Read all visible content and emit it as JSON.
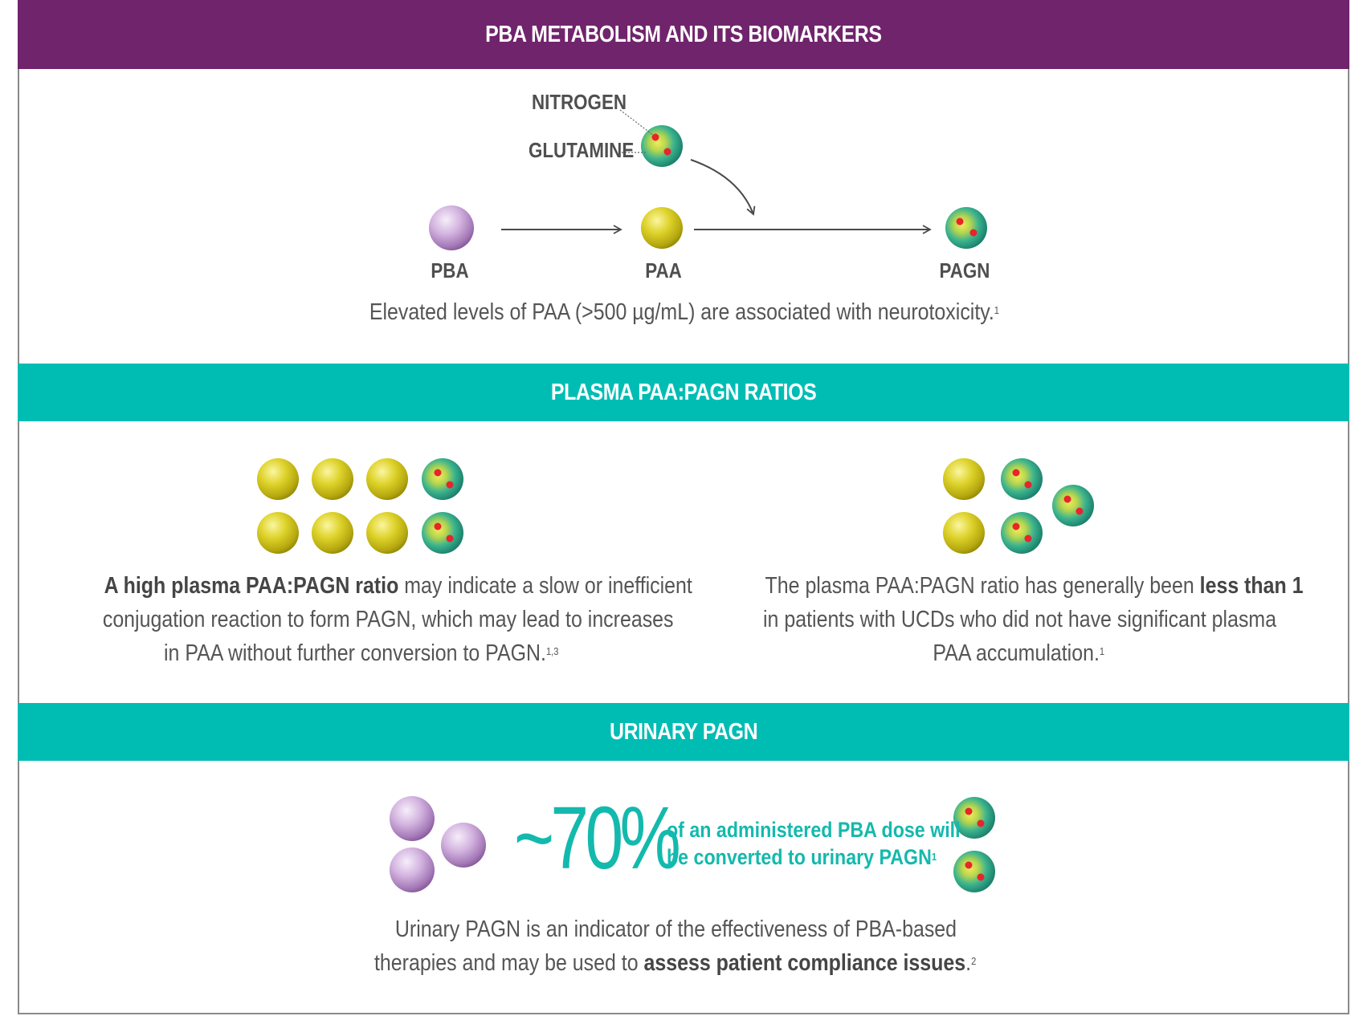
{
  "sections": {
    "metabolism_title": "PBA METABOLISM AND ITS BIOMARKERS",
    "ratios_title": "PLASMA PAA:PAGN RATIOS",
    "urinary_title": "URINARY PAGN"
  },
  "colors": {
    "purple_bar": "#70246c",
    "teal_bar": "#00bdb4",
    "teal_text": "#14b9ad",
    "pba_sphere": "#c9a6d6",
    "paa_sphere": "#d9cf20",
    "pagn_sphere": "#2fa98c",
    "dot_red": "#e8242c"
  },
  "icons": {
    "pba": "purple-sphere-icon",
    "paa": "yellow-sphere-icon",
    "pagn": "teal-sphere-with-red-dots-icon",
    "glutamine": "teal-sphere-with-red-dots-icon",
    "arrow": "arrow-right-icon"
  },
  "metabolism": {
    "nitrogen_label": "NITROGEN",
    "glutamine_label": "GLUTAMINE",
    "pba_label": "PBA",
    "paa_label": "PAA",
    "pagn_label": "PAGN",
    "note": "Elevated levels of PAA (>500 µg/mL) are associated with neurotoxicity.",
    "note_sup": "1"
  },
  "ratios": {
    "left": {
      "bold": "A high plasma PAA:PAGN ratio",
      "text1": " may indicate a slow or inefficient",
      "line2": "conjugation reaction to form PAGN, which may lead to increases",
      "line3": "in PAA without further conversion to PAGN.",
      "sup": "1,3"
    },
    "right": {
      "text1": "The plasma PAA:PAGN ratio has generally been ",
      "bold": "less than 1",
      "line2": "in patients with UCDs who did not have significant plasma",
      "line3": "PAA accumulation.",
      "sup": "1"
    }
  },
  "urinary": {
    "percent": "~70%",
    "line1": "of an administered PBA dose will",
    "line2": "be converted to urinary PAGN",
    "sup": "1",
    "note_line1": "Urinary PAGN is an indicator of the effectiveness of PBA-based",
    "note_text2": "therapies and may be used to ",
    "note_bold": "assess patient compliance issues",
    "note_end": ".",
    "note_sup": "2"
  }
}
